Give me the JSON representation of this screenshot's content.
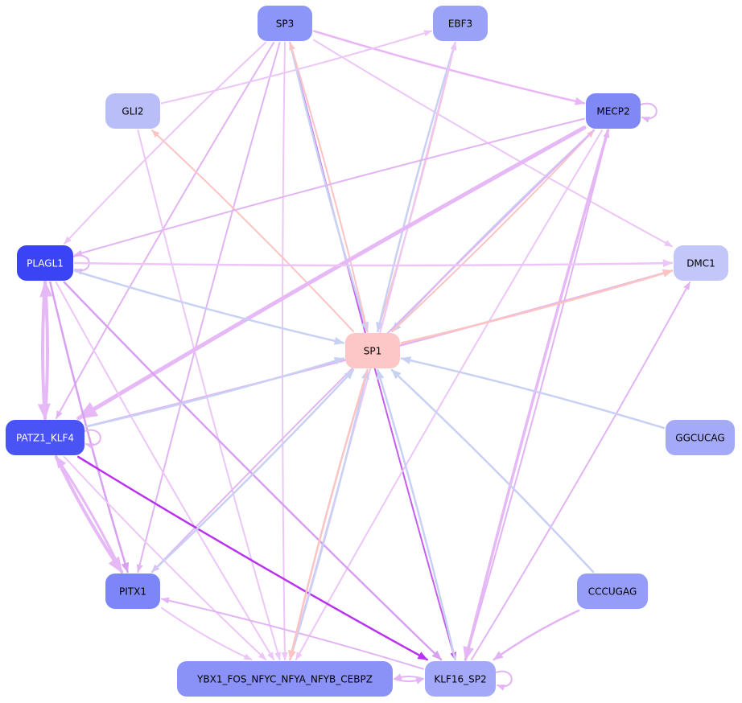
{
  "nodes": [
    {
      "id": "SP3",
      "label": "SP3",
      "fill": "#8c96f8",
      "text": "#000000"
    },
    {
      "id": "EBF3",
      "label": "EBF3",
      "fill": "#9aa2f8",
      "text": "#000000"
    },
    {
      "id": "GLI2",
      "label": "GLI2",
      "fill": "#b9bdf8",
      "text": "#000000"
    },
    {
      "id": "MECP2",
      "label": "MECP2",
      "fill": "#8088f6",
      "text": "#000000"
    },
    {
      "id": "PLAGL1",
      "label": "PLAGL1",
      "fill": "#3a44f4",
      "text": "#ffffff"
    },
    {
      "id": "DMC1",
      "label": "DMC1",
      "fill": "#c3c6f8",
      "text": "#000000"
    },
    {
      "id": "SP1",
      "label": "SP1",
      "fill": "#fdc7c7",
      "text": "#000000"
    },
    {
      "id": "GGCUCAG",
      "label": "GGCUCAG",
      "fill": "#a5aaf8",
      "text": "#000000"
    },
    {
      "id": "PATZ1_KLF4",
      "label": "PATZ1_KLF4",
      "fill": "#4a54f5",
      "text": "#ffffff"
    },
    {
      "id": "PITX1",
      "label": "PITX1",
      "fill": "#7d86f6",
      "text": "#000000"
    },
    {
      "id": "CCCUGAG",
      "label": "CCCUGAG",
      "fill": "#959df8",
      "text": "#000000"
    },
    {
      "id": "YBX1",
      "label": "YBX1_FOS_NFYC_NFYA_NFYB_CEBPZ",
      "fill": "#8a92f7",
      "text": "#000000"
    },
    {
      "id": "KLF16_SP2",
      "label": "KLF16_SP2",
      "fill": "#a3a9f8",
      "text": "#000000"
    }
  ],
  "edges": [
    {
      "from": "SP3",
      "to": "MECP2",
      "color": "#e9b6f5",
      "width": 2.5
    },
    {
      "from": "SP3",
      "to": "DMC1",
      "color": "#ecc6f7",
      "width": 2
    },
    {
      "from": "SP3",
      "to": "PLAGL1",
      "color": "#ecc6f7",
      "width": 2
    },
    {
      "from": "SP3",
      "to": "PATZ1_KLF4",
      "color": "#e2b4f3",
      "width": 2
    },
    {
      "from": "SP3",
      "to": "PITX1",
      "color": "#e2b4f3",
      "width": 2
    },
    {
      "from": "SP3",
      "to": "YBX1",
      "color": "#ecc6f7",
      "width": 2
    },
    {
      "from": "SP3",
      "to": "KLF16_SP2",
      "color": "#c45cf0",
      "width": 2
    },
    {
      "from": "SP3",
      "to": "SP1",
      "color": "#c8d0f4",
      "width": 2.5
    },
    {
      "from": "SP1",
      "to": "SP3",
      "color": "#fcc3c3",
      "width": 2
    },
    {
      "from": "GLI2",
      "to": "EBF3",
      "color": "#ecc6f7",
      "width": 2
    },
    {
      "from": "GLI2",
      "to": "YBX1",
      "color": "#ecc6f7",
      "width": 2
    },
    {
      "from": "SP1",
      "to": "GLI2",
      "color": "#fcc3c3",
      "width": 2
    },
    {
      "from": "SP1",
      "to": "EBF3",
      "color": "#fcc3c3",
      "width": 2
    },
    {
      "from": "EBF3",
      "to": "SP1",
      "color": "#c8d0f4",
      "width": 2.5
    },
    {
      "from": "YBX1",
      "to": "EBF3",
      "color": "#ecc6f7",
      "width": 2
    },
    {
      "from": "MECP2",
      "to": "MECP2",
      "color": "#e2b4f3",
      "width": 2
    },
    {
      "from": "MECP2",
      "to": "PLAGL1",
      "color": "#e2b4f3",
      "width": 2
    },
    {
      "from": "MECP2",
      "to": "PATZ1_KLF4",
      "color": "#e6b8f5",
      "width": 5
    },
    {
      "from": "MECP2",
      "to": "SP1",
      "color": "#c8d0f4",
      "width": 2.5
    },
    {
      "from": "SP1",
      "to": "MECP2",
      "color": "#fcc3c3",
      "width": 2
    },
    {
      "from": "MECP2",
      "to": "YBX1",
      "color": "#ecc6f7",
      "width": 2
    },
    {
      "from": "MECP2",
      "to": "PITX1",
      "color": "#e2b4f3",
      "width": 2
    },
    {
      "from": "MECP2",
      "to": "KLF16_SP2",
      "color": "#e6b8f5",
      "width": 3.5
    },
    {
      "from": "KLF16_SP2",
      "to": "MECP2",
      "color": "#e2b4f3",
      "width": 2
    },
    {
      "from": "PLAGL1",
      "to": "PLAGL1",
      "color": "#e2b4f3",
      "width": 2
    },
    {
      "from": "PLAGL1",
      "to": "DMC1",
      "color": "#ecc6f7",
      "width": 2.5
    },
    {
      "from": "PLAGL1",
      "to": "SP1",
      "color": "#c8d0f4",
      "width": 2.5
    },
    {
      "from": "PLAGL1",
      "to": "PATZ1_KLF4",
      "color": "#e6b8f5",
      "width": 4
    },
    {
      "from": "PATZ1_KLF4",
      "to": "PLAGL1",
      "color": "#e6b8f5",
      "width": 4
    },
    {
      "from": "PLAGL1",
      "to": "PITX1",
      "color": "#d8a0f0",
      "width": 2.5
    },
    {
      "from": "PLAGL1",
      "to": "YBX1",
      "color": "#ecc6f7",
      "width": 2
    },
    {
      "from": "PLAGL1",
      "to": "KLF16_SP2",
      "color": "#d8a0f0",
      "width": 2.5
    },
    {
      "from": "PATZ1_KLF4",
      "to": "DMC1",
      "color": "#e2b4f3",
      "width": 2.5
    },
    {
      "from": "SP1",
      "to": "DMC1",
      "color": "#fcc3c3",
      "width": 2.5
    },
    {
      "from": "KLF16_SP2",
      "to": "DMC1",
      "color": "#e2b4f3",
      "width": 2
    },
    {
      "from": "GGCUCAG",
      "to": "SP1",
      "color": "#c8d0f4",
      "width": 2.5
    },
    {
      "from": "PATZ1_KLF4",
      "to": "PATZ1_KLF4",
      "color": "#e2b4f3",
      "width": 2
    },
    {
      "from": "PATZ1_KLF4",
      "to": "SP1",
      "color": "#c8d0f4",
      "width": 2.5
    },
    {
      "from": "PATZ1_KLF4",
      "to": "PITX1",
      "color": "#e6b8f5",
      "width": 4
    },
    {
      "from": "PITX1",
      "to": "PATZ1_KLF4",
      "color": "#e6b8f5",
      "width": 3
    },
    {
      "from": "PATZ1_KLF4",
      "to": "YBX1",
      "color": "#ecc6f7",
      "width": 2
    },
    {
      "from": "PATZ1_KLF4",
      "to": "KLF16_SP2",
      "color": "#b933ee",
      "width": 2.5
    },
    {
      "from": "PITX1",
      "to": "SP1",
      "color": "#c8d0f4",
      "width": 2.5
    },
    {
      "from": "KLF16_SP2",
      "to": "PITX1",
      "color": "#e2b4f3",
      "width": 2
    },
    {
      "from": "CCCUGAG",
      "to": "SP1",
      "color": "#c8d0f4",
      "width": 2.5
    },
    {
      "from": "CCCUGAG",
      "to": "KLF16_SP2",
      "color": "#e2b4f3",
      "width": 2.5
    },
    {
      "from": "YBX1",
      "to": "SP1",
      "color": "#c8d0f4",
      "width": 2.5
    },
    {
      "from": "SP1",
      "to": "YBX1",
      "color": "#fcc3c3",
      "width": 2.5
    },
    {
      "from": "YBX1",
      "to": "KLF16_SP2",
      "color": "#e2b4f3",
      "width": 2
    },
    {
      "from": "KLF16_SP2",
      "to": "YBX1",
      "color": "#e2b4f3",
      "width": 2
    },
    {
      "from": "KLF16_SP2",
      "to": "SP1",
      "color": "#c8d0f4",
      "width": 2.5
    },
    {
      "from": "KLF16_SP2",
      "to": "KLF16_SP2",
      "color": "#e2b4f3",
      "width": 2
    },
    {
      "from": "PITX1",
      "to": "YBX1",
      "color": "#ecc6f7",
      "width": 2
    }
  ]
}
